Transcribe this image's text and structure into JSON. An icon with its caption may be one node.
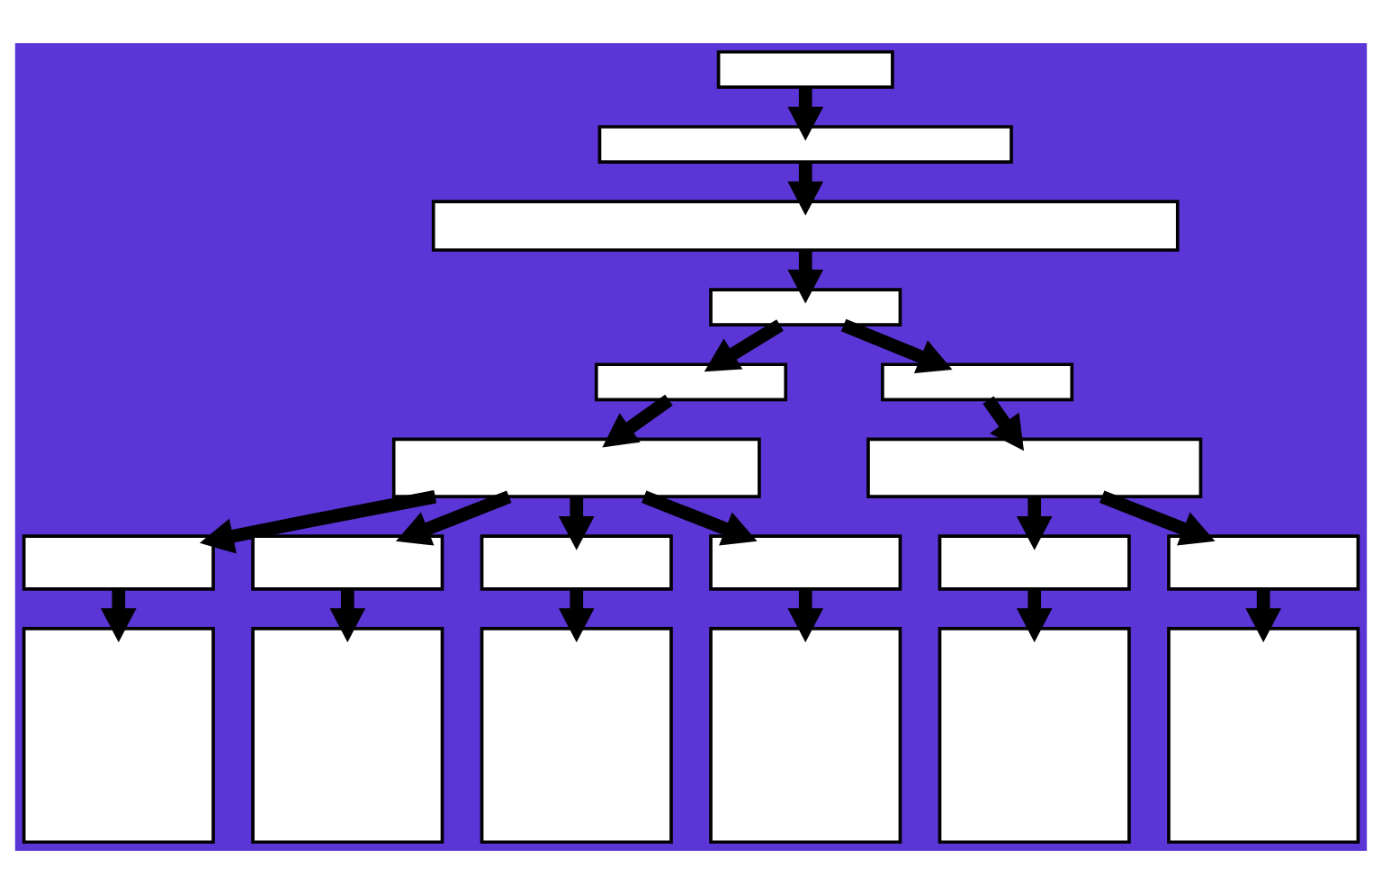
{
  "diagram": {
    "nodes": [
      {
        "text": [],
        "shape": "box"
      },
      {
        "text": [],
        "shape": "box"
      },
      {
        "text": [],
        "shape": "box"
      },
      {
        "text": [],
        "shape": "box"
      },
      {
        "text": [],
        "shape": "box"
      },
      {
        "text": [],
        "shape": "box"
      },
      {
        "text": [],
        "shape": "box"
      },
      {
        "text": [],
        "shape": "box"
      },
      {
        "text": [],
        "shape": "box"
      },
      {
        "text": [],
        "shape": "box"
      },
      {
        "text": [],
        "shape": "box"
      },
      {
        "text": [],
        "shape": "box"
      },
      {
        "text": [],
        "shape": "box"
      },
      {
        "text": [],
        "shape": "box"
      },
      {
        "text": [],
        "shape": "box"
      },
      {
        "text": [],
        "shape": "box"
      },
      {
        "text": [],
        "shape": "box"
      },
      {
        "text": [],
        "shape": "box"
      },
      {
        "text": [],
        "shape": "box"
      },
      {
        "text": [],
        "shape": "box"
      }
    ],
    "edges": [
      {
        "from": 0,
        "to": 1,
        "arrow": "to"
      },
      {
        "from": 1,
        "to": 2,
        "arrow": "to"
      },
      {
        "from": 2,
        "to": 3,
        "arrow": "to"
      },
      {
        "from": 3,
        "to": 4,
        "arrow": "to"
      },
      {
        "from": 3,
        "to": 5,
        "arrow": "to"
      },
      {
        "from": 4,
        "to": 6,
        "arrow": "to"
      },
      {
        "from": 5,
        "to": 7,
        "arrow": "to"
      },
      {
        "from": 6,
        "to": 8,
        "arrow": "to"
      },
      {
        "from": 6,
        "to": 9,
        "arrow": "to"
      },
      {
        "from": 6,
        "to": 10,
        "arrow": "to"
      },
      {
        "from": 6,
        "to": 11,
        "arrow": "to"
      },
      {
        "from": 7,
        "to": 12,
        "arrow": "to"
      },
      {
        "from": 7,
        "to": 13,
        "arrow": "to"
      },
      {
        "from": 8,
        "to": 14,
        "arrow": "to"
      },
      {
        "from": 9,
        "to": 15,
        "arrow": "to"
      },
      {
        "from": 10,
        "to": 16,
        "arrow": "to"
      },
      {
        "from": 11,
        "to": 17,
        "arrow": "to"
      },
      {
        "from": 12,
        "to": 18,
        "arrow": "to"
      },
      {
        "from": 13,
        "to": 19,
        "arrow": "to"
      }
    ]
  }
}
